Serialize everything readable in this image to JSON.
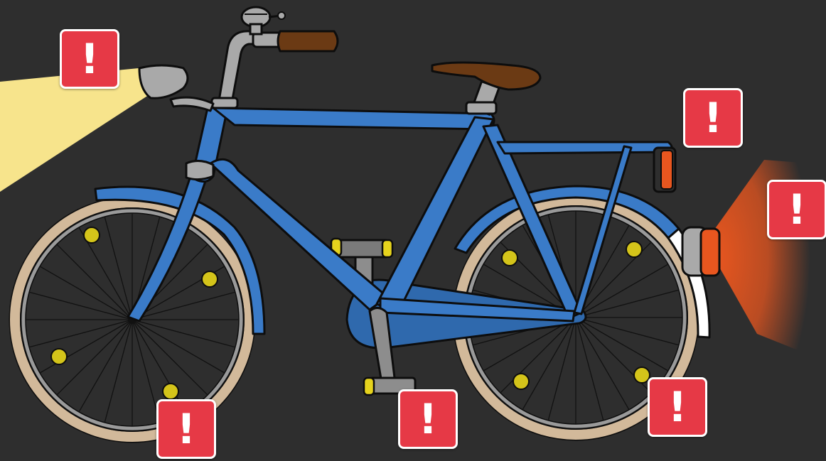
{
  "scene": {
    "subject": "bicycle-safety-equipment",
    "background_color": "#2e2e2e",
    "frame_color": "#3a7bc8",
    "frame_outline_color": "#0d0d0d",
    "saddle_color": "#6b3a14",
    "grip_color": "#6b3a14",
    "tire_color": "#d2b99a",
    "metal_color": "#a9a9a9",
    "reflector_color": "#d4c41a",
    "rear_light_color": "#e8561f",
    "headlight_beam_color": "#f7e48c",
    "icons": [
      "bell-icon",
      "headlight-icon",
      "rear-light-icon",
      "rear-reflector-icon",
      "pedal-reflector-icon",
      "spoke-reflector-icon"
    ]
  },
  "hotspots": {
    "color": "#e63946",
    "border_color": "#ffffff",
    "icon": "exclamation-icon",
    "items": [
      {
        "id": "headlight",
        "label": "!"
      },
      {
        "id": "rear-reflector",
        "label": "!"
      },
      {
        "id": "rear-light",
        "label": "!"
      },
      {
        "id": "front-wheel-reflector",
        "label": "!"
      },
      {
        "id": "pedal-reflector",
        "label": "!"
      },
      {
        "id": "rear-wheel-reflector",
        "label": "!"
      }
    ]
  }
}
